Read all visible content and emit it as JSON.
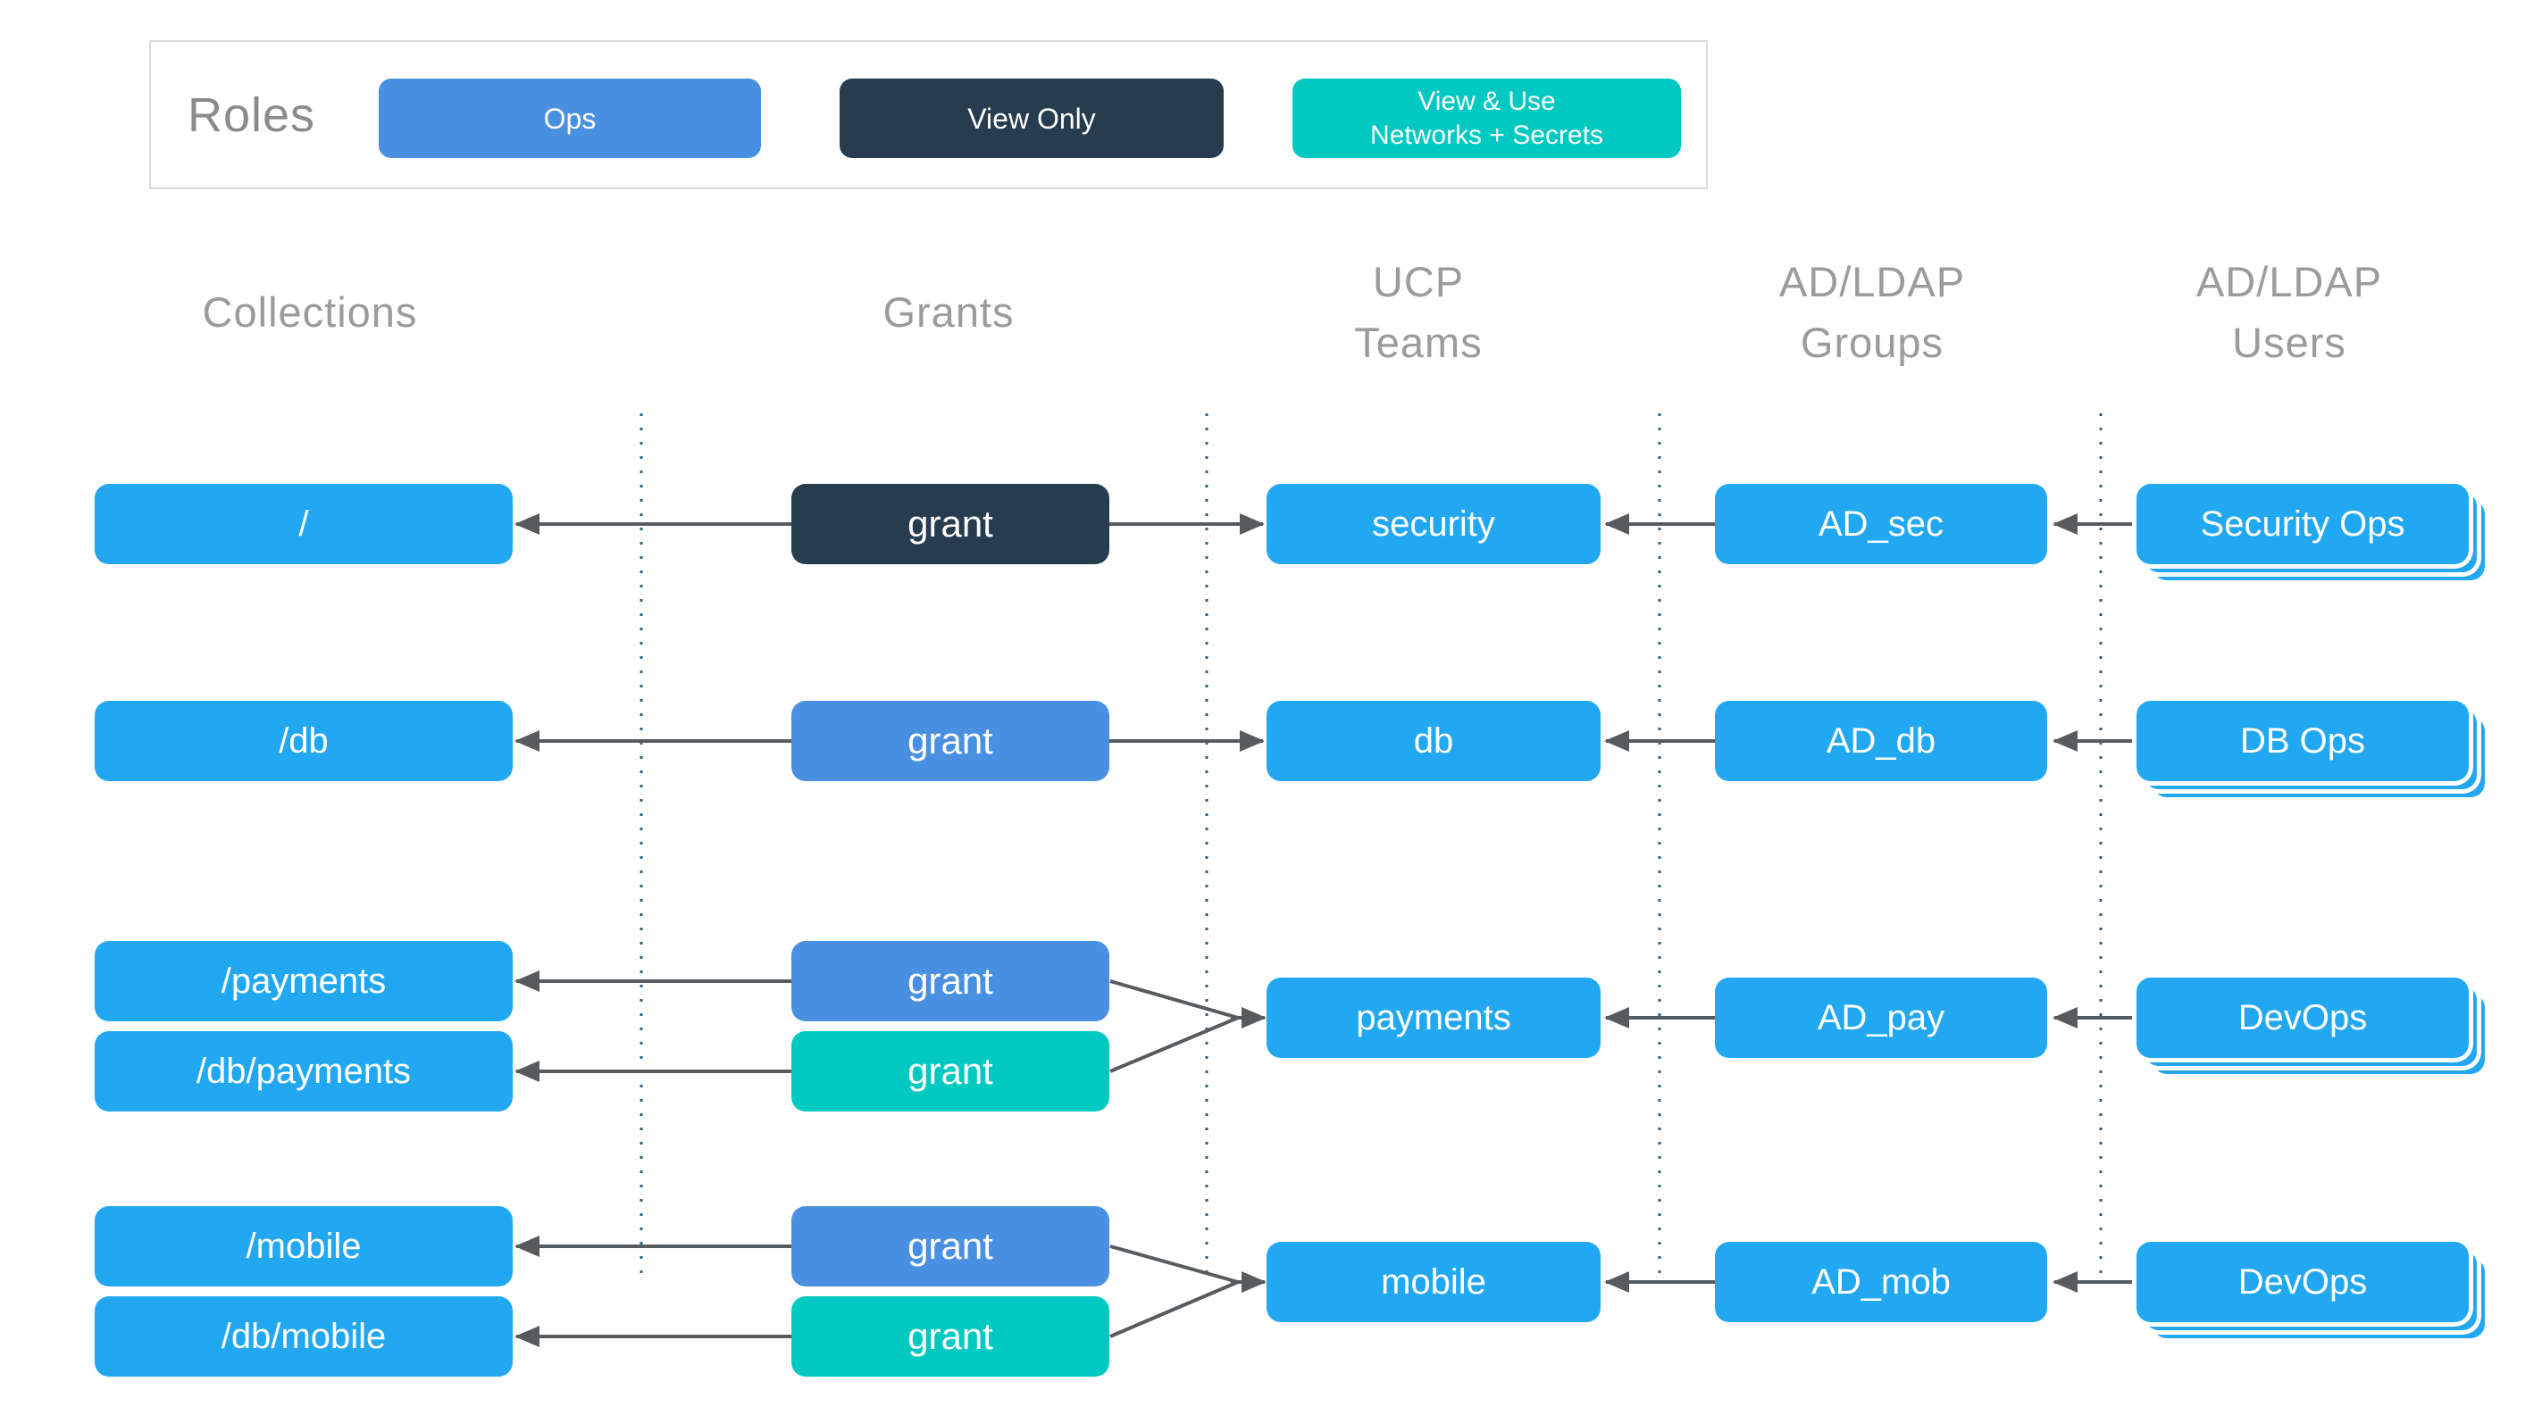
{
  "legend": {
    "title": "Roles",
    "roles": [
      {
        "label": "Ops",
        "color": "#4a90e2"
      },
      {
        "label": "View Only",
        "color": "#273c4e"
      },
      {
        "label_line1": "View & Use",
        "label_line2": "Networks + Secrets",
        "color": "#00c9c1"
      }
    ]
  },
  "columns": [
    {
      "line1": "Collections",
      "line2": ""
    },
    {
      "line1": "Grants",
      "line2": ""
    },
    {
      "line1": "UCP",
      "line2": "Teams"
    },
    {
      "line1": "AD/LDAP",
      "line2": "Groups"
    },
    {
      "line1": "AD/LDAP",
      "line2": "Users"
    }
  ],
  "collections": [
    {
      "label": "/"
    },
    {
      "label": "/db"
    },
    {
      "label": "/payments"
    },
    {
      "label": "/db/payments"
    },
    {
      "label": "/mobile"
    },
    {
      "label": "/db/mobile"
    }
  ],
  "grants": [
    {
      "label": "grant",
      "role": "view-only"
    },
    {
      "label": "grant",
      "role": "ops"
    },
    {
      "label": "grant",
      "role": "ops"
    },
    {
      "label": "grant",
      "role": "view-use-networks-secrets"
    },
    {
      "label": "grant",
      "role": "ops"
    },
    {
      "label": "grant",
      "role": "view-use-networks-secrets"
    }
  ],
  "teams": [
    {
      "label": "security"
    },
    {
      "label": "db"
    },
    {
      "label": "payments"
    },
    {
      "label": "mobile"
    }
  ],
  "groups": [
    {
      "label": "AD_sec"
    },
    {
      "label": "AD_db"
    },
    {
      "label": "AD_pay"
    },
    {
      "label": "AD_mob"
    }
  ],
  "users": [
    {
      "label": "Security Ops"
    },
    {
      "label": "DB Ops"
    },
    {
      "label": "DevOps"
    },
    {
      "label": "DevOps"
    }
  ],
  "edges": [
    {
      "from": "grant-view-only",
      "to": "/"
    },
    {
      "from": "grant-view-only",
      "to": "security"
    },
    {
      "from": "AD_sec",
      "to": "security"
    },
    {
      "from": "Security Ops",
      "to": "AD_sec"
    },
    {
      "from": "grant-ops-db",
      "to": "/db"
    },
    {
      "from": "grant-ops-db",
      "to": "db"
    },
    {
      "from": "AD_db",
      "to": "db"
    },
    {
      "from": "DB Ops",
      "to": "AD_db"
    },
    {
      "from": "grant-ops-payments",
      "to": "/payments"
    },
    {
      "from": "grant-viewuse-payments",
      "to": "/db/payments"
    },
    {
      "from": "grant-ops-payments",
      "to": "payments"
    },
    {
      "from": "grant-viewuse-payments",
      "to": "payments"
    },
    {
      "from": "AD_pay",
      "to": "payments"
    },
    {
      "from": "DevOps",
      "to": "AD_pay"
    },
    {
      "from": "grant-ops-mobile",
      "to": "/mobile"
    },
    {
      "from": "grant-viewuse-mobile",
      "to": "/db/mobile"
    },
    {
      "from": "grant-ops-mobile",
      "to": "mobile"
    },
    {
      "from": "grant-viewuse-mobile",
      "to": "mobile"
    },
    {
      "from": "AD_mob",
      "to": "mobile"
    },
    {
      "from": "DevOps",
      "to": "AD_mob"
    }
  ],
  "colors": {
    "node_blue": "#22a8f0",
    "ops_blue": "#4a90e2",
    "view_only_navy": "#273c4e",
    "view_use_teal": "#00c9c1",
    "arrow_gray": "#585b5e",
    "dotted_line": "#2e5f7d",
    "header_gray": "#9b9b9b",
    "legend_title_gray": "#8b8b8b",
    "legend_border": "#d9d9d9",
    "page_bg": "#ffffff"
  }
}
